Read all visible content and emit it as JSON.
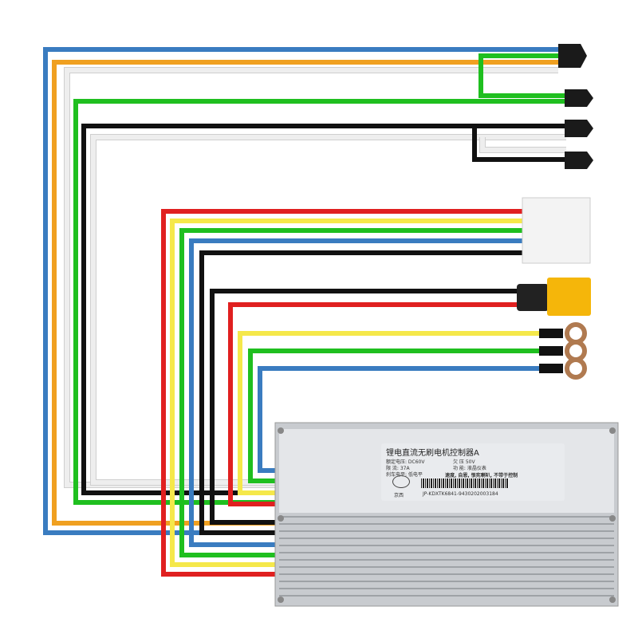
{
  "colors": {
    "red": "#e02020",
    "yellow": "#f5e84a",
    "green": "#1fbf1f",
    "blue": "#3a7cc0",
    "black": "#111111",
    "white": "#eeeeee",
    "orange": "#f0a020"
  },
  "controller_label": {
    "title": "锂电直流无刷电机控制器A",
    "rated_voltage": "额定电压: DC60V",
    "undervoltage": "欠 压 50V",
    "current_limit": "限 流: 37A",
    "function": "功 能: 液晶仪表",
    "brake_level": "刹车电平: 低电平",
    "note": "速度, 自恩, 恨宪喇叭, 不带于控制",
    "serial": "JP-KDXTK6841-9430202003184",
    "brand": "京西"
  }
}
